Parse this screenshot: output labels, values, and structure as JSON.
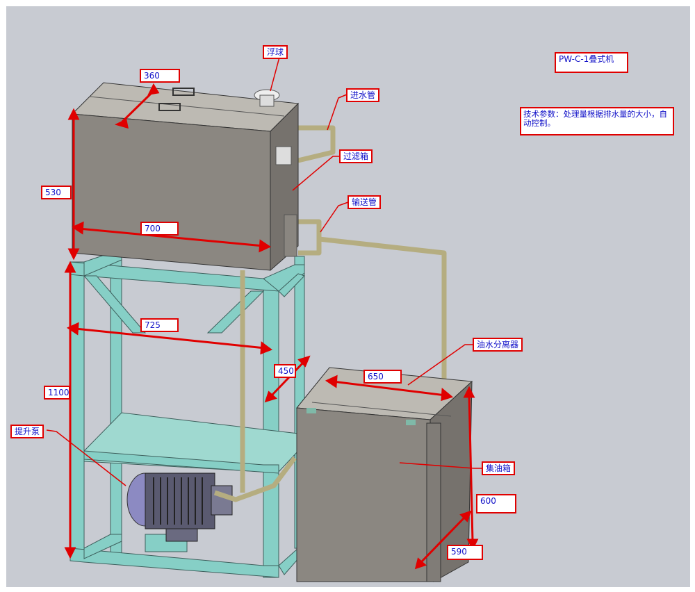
{
  "colors": {
    "background": "#c8cbd2",
    "annotation_red": "#e00000",
    "label_text": "#1010c8",
    "frame": "#86cfc6",
    "tank": "#8b8781",
    "pipe": "#c8c29a"
  },
  "model_title": "PW-C-1叠式机",
  "tech_params": "技术参数：处理量根据排水量的大小，自动控制。",
  "parts": {
    "float_ball": "浮球",
    "inlet_pipe": "进水管",
    "filter_tank": "过滤箱",
    "transfer_pipe": "输送管",
    "oil_water_separator": "油水分离器",
    "oil_collection_tank": "集油箱",
    "lift_pump": "提升泵"
  },
  "dimensions": {
    "filter_depth": "360",
    "filter_height": "530",
    "filter_width": "700",
    "frame_width": "725",
    "frame_height": "1100",
    "frame_depth": "450",
    "separator_width": "650",
    "separator_height": "600",
    "separator_depth": "590"
  }
}
